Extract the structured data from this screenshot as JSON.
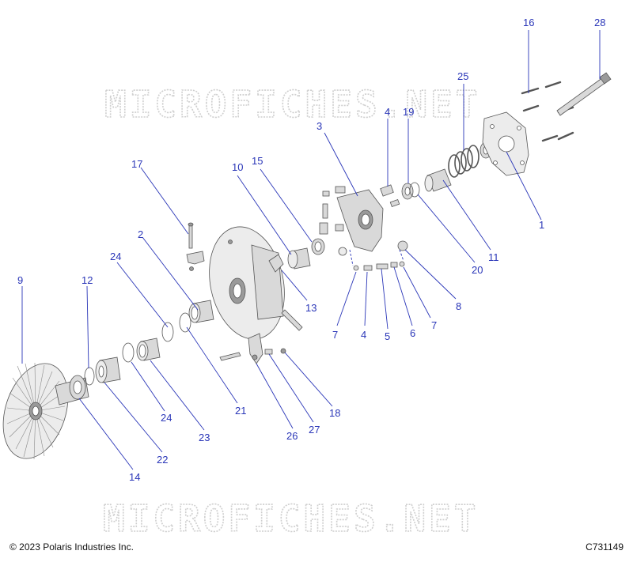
{
  "watermark": "MICROFICHES.NET",
  "copyright": "© 2023 Polaris Industries Inc.",
  "drawing_id": "C731149",
  "callouts": [
    "16",
    "28",
    "25",
    "4",
    "19",
    "3",
    "1",
    "11",
    "20",
    "15",
    "10",
    "17",
    "13",
    "8",
    "2",
    "24",
    "7",
    "4",
    "5",
    "6",
    "7",
    "12",
    "9",
    "21",
    "26",
    "27",
    "18",
    "24",
    "23",
    "22",
    "14"
  ]
}
